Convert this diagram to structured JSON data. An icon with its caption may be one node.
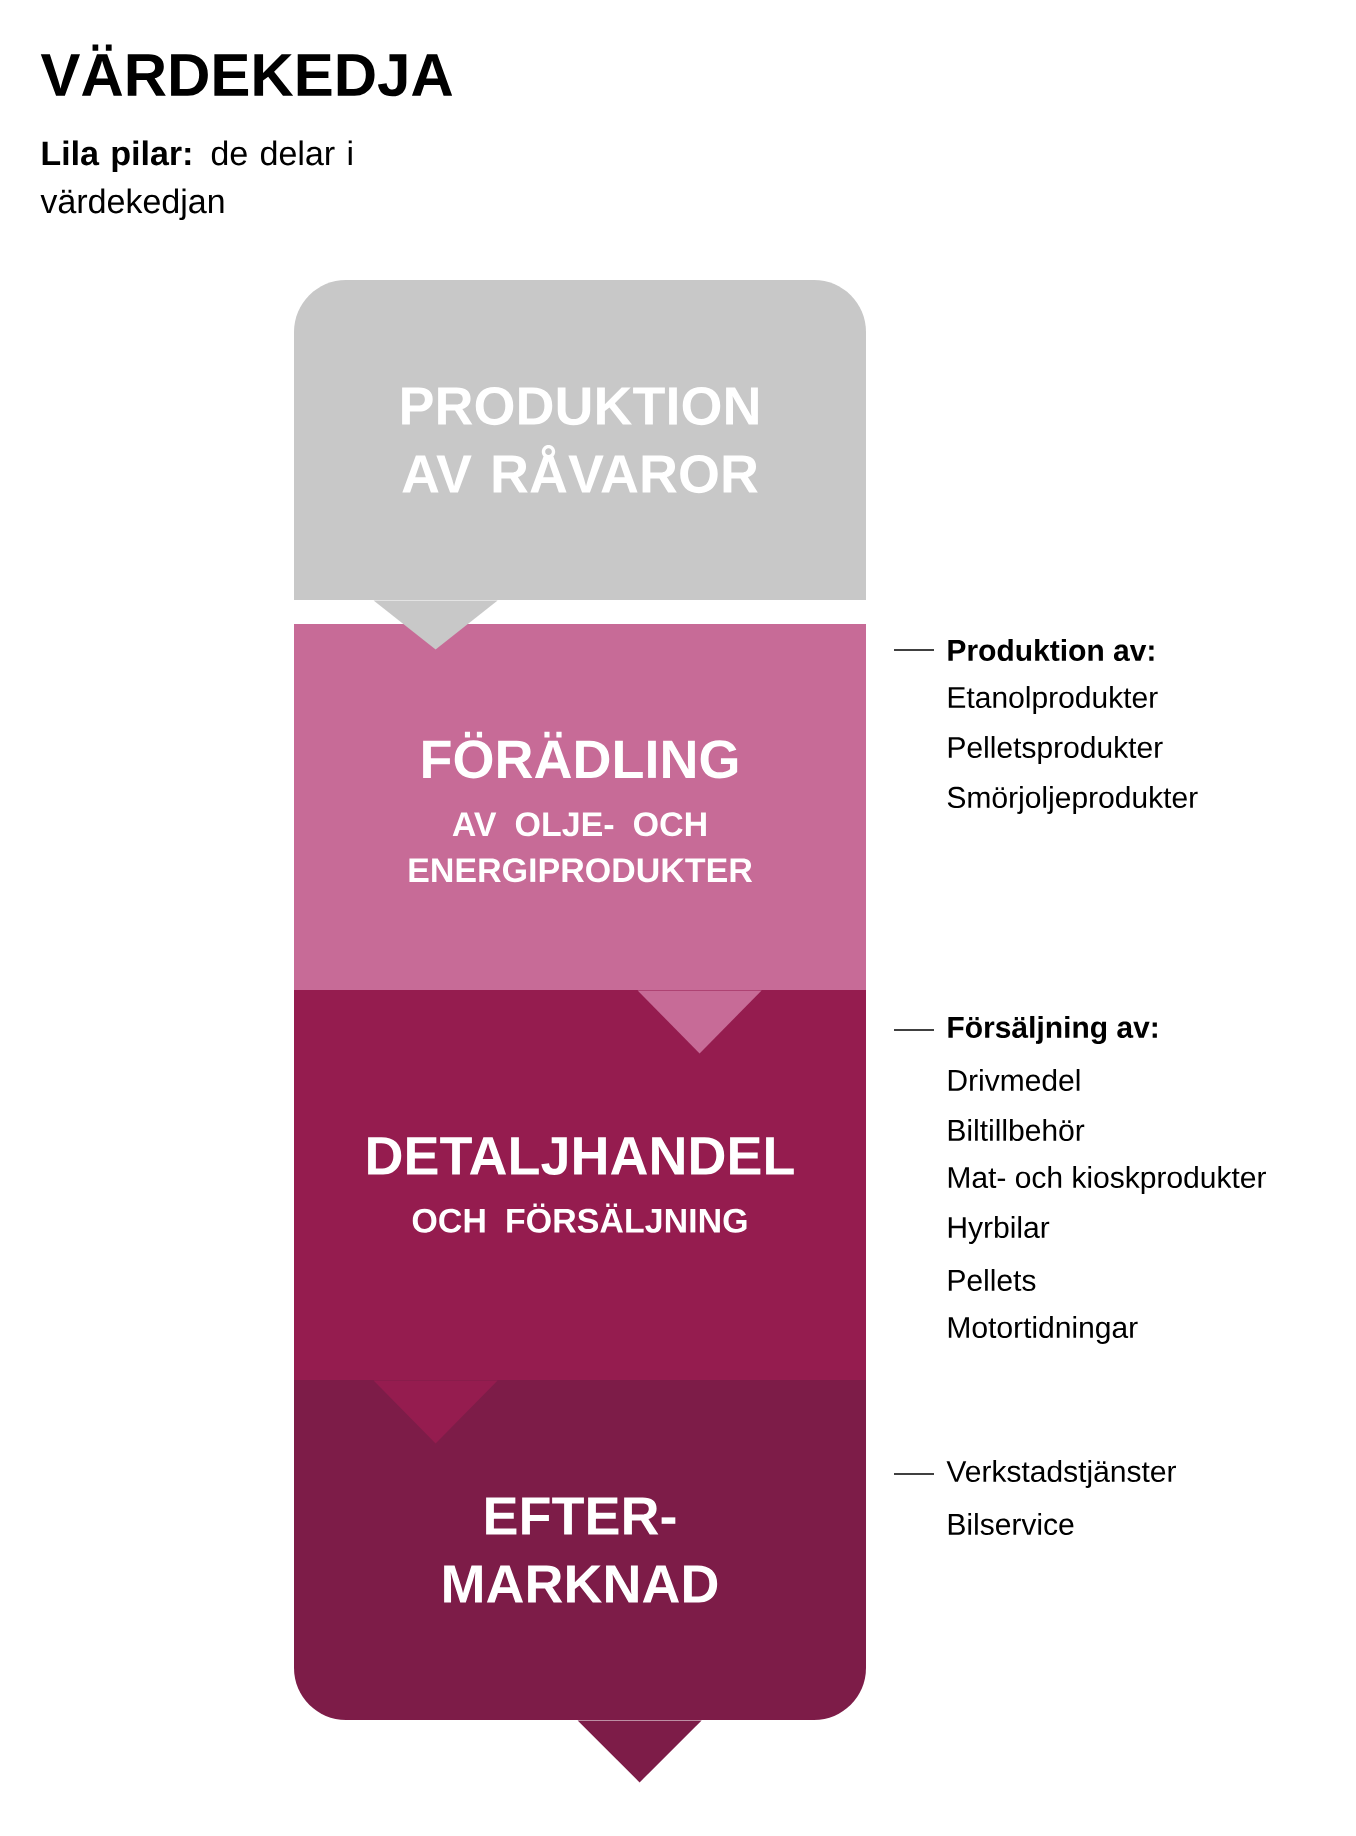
{
  "diagram": {
    "title": "VÄRDEKEDJA",
    "nodes": [
      {
        "text": [
          "PRODUKTION AV RÅVAROR"
        ]
      },
      {
        "text": [
          "FÖRÄDLING",
          "AV OLJE- OCH ENERGIPRODUKTER"
        ],
        "beside": [
          "**Produktion av:**",
          "Etanolprodukter",
          "Pelletsprodukter",
          "Smörjoljeprodukter"
        ]
      },
      {
        "text": [
          "DETALJHANDEL",
          "OCH FÖRSÄLJNING"
        ],
        "beside": [
          "**Försäljning av:**",
          "Drivmedel",
          "Biltillbehör",
          "Mat- och kioskprodukter",
          "Hyrbilar",
          "Pellets",
          "Motortidningar"
        ]
      },
      {
        "text": [
          "EFTER- MARKNAD"
        ],
        "beside": [
          "Verkstadstjänster",
          "Bilservice"
        ]
      }
    ],
    "edges": [
      {
        "from": 0,
        "to": 1,
        "arrow": "to"
      },
      {
        "from": 1,
        "to": 2,
        "arrow": "to"
      },
      {
        "from": 2,
        "to": 3,
        "arrow": "to"
      },
      {
        "from": 3,
        "to": null,
        "arrow": "to"
      }
    ],
    "labels": [
      "**Lila pilar:** de delar i värdekedjan"
    ]
  }
}
